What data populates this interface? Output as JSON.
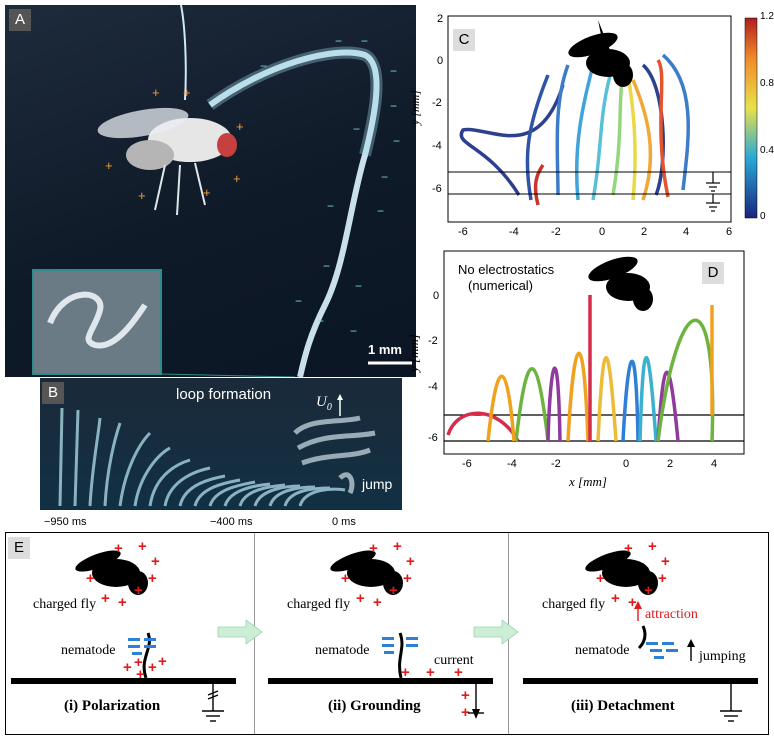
{
  "panelA": {
    "tag": "A",
    "scale_label": "1 mm"
  },
  "panelB": {
    "tag": "B",
    "loop_label": "loop formation",
    "velocity_label": "U",
    "velocity_sub": "0",
    "jump_label": "jump",
    "times": [
      "−950 ms",
      "−400 ms",
      "0 ms"
    ]
  },
  "panelC": {
    "tag": "C",
    "xticks": [
      "-6",
      "-4",
      "-2",
      "0",
      "2",
      "4",
      "6"
    ],
    "yticks": [
      "2",
      "0",
      "-2",
      "-4",
      "-6"
    ],
    "ylabel": "y [mm]",
    "colorbar_ticks": [
      "1.2",
      "0.8",
      "0.4",
      "0"
    ]
  },
  "panelD": {
    "tag": "D",
    "annotation_line1": "No electrostatics",
    "annotation_line2": "(numerical)",
    "xticks": [
      "-6",
      "-4",
      "-2",
      "0",
      "2",
      "4"
    ],
    "yticks": [
      "0",
      "-2",
      "-4",
      "-6"
    ],
    "xlabel": "x [mm]",
    "ylabel": "y [mm]"
  },
  "panelE": {
    "tag": "E",
    "fly_label": "charged fly",
    "nematode_label": "nematode",
    "current_label": "current",
    "attraction_label": "attraction",
    "jumping_label": "jumping",
    "captions": [
      "(i) Polarization",
      "(ii) Grounding",
      "(iii) Detachment"
    ],
    "colors": {
      "charge_red": "#e01b1b",
      "charge_blue": "#2f7fd6",
      "arrow_green": "#cdeed6"
    }
  }
}
